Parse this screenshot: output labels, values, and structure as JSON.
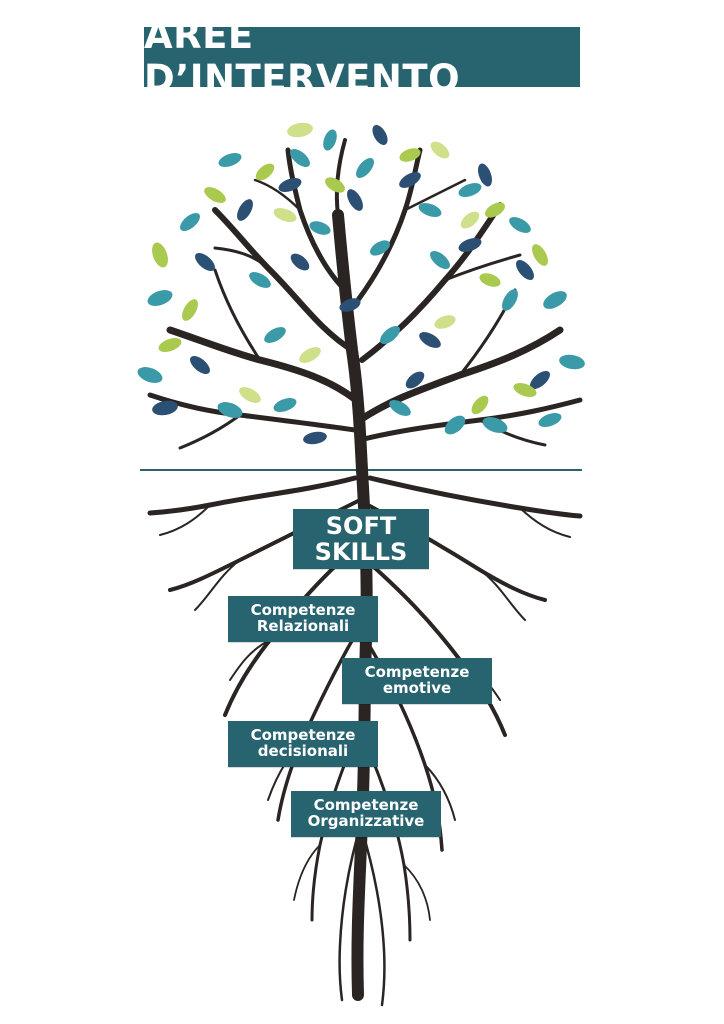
{
  "title": "AREE D’INTERVENTO",
  "center": {
    "line1": "SOFT",
    "line2": "SKILLS"
  },
  "areas": [
    {
      "line1": "Competenze",
      "line2": "Relazionali"
    },
    {
      "line1": "Competenze",
      "line2": "emotive"
    },
    {
      "line1": "Competenze",
      "line2": "decisionali"
    },
    {
      "line1": "Competenze",
      "line2": "Organizzative"
    }
  ],
  "colors": {
    "teal": "#276470",
    "leaf_teal": "#3b9aa7",
    "leaf_navy": "#2c4f74",
    "leaf_lime": "#a9c94f",
    "leaf_light": "#cfe08a",
    "trunk": "#2a2523",
    "ground_line": "#276470"
  },
  "icons": [
    "tree-illustration",
    "leaf-icon",
    "root-icon"
  ]
}
